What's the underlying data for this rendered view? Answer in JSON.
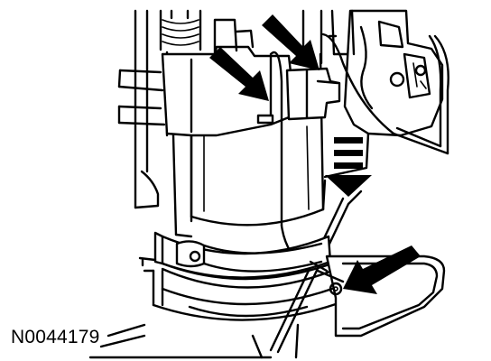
{
  "figure": {
    "id": "N0044179"
  },
  "callouts": [
    {
      "name": "arrow-upper-left",
      "type": "pointer"
    },
    {
      "name": "arrow-upper-right",
      "type": "pointer"
    },
    {
      "name": "arrow-middle",
      "type": "pointer"
    },
    {
      "name": "arrow-direction-down",
      "type": "direction"
    },
    {
      "name": "arrow-lower-right",
      "type": "pointer"
    }
  ]
}
